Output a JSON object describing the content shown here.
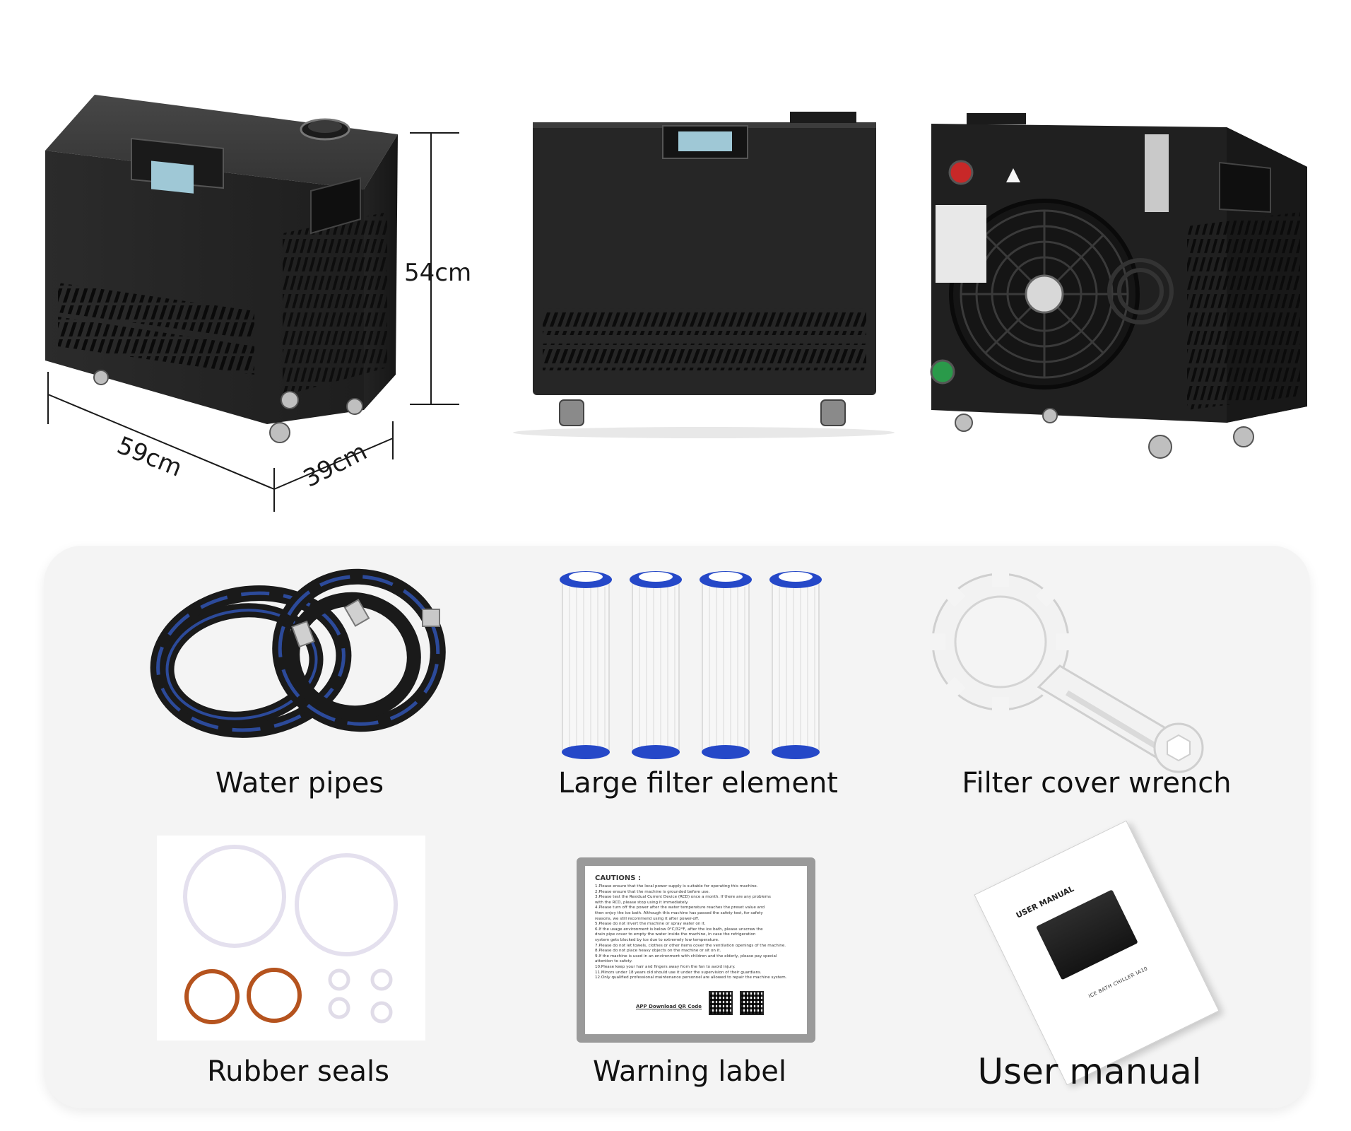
{
  "dimensions": {
    "height": "54cm",
    "width": "59cm",
    "depth": "39cm"
  },
  "accessories": {
    "water_pipes": "Water pipes",
    "filter_element": "Large filter element",
    "filter_wrench": "Filter cover wrench",
    "rubber_seals": "Rubber seals",
    "warning_label": "Warning label",
    "user_manual": "User manual"
  },
  "warning_card": {
    "title": "CAUTIONS :",
    "lines": [
      "1.Please ensure that the local power supply is suitable for operating this machine.",
      "2.Please ensure that the machine is grounded before use.",
      "3.Please test the Residual Current Device (RCD) once a month. If there are any problems",
      "   with the RCD, please stop using it immediately.",
      "4.Please turn off the power after the water temperature reaches the preset value and",
      "   then enjoy the ice bath. Although this machine has passed the safety test, for safety",
      "   reasons, we still recommend using it after power-off.",
      "5.Please do not invert the machine or spray water on it.",
      "6.If the usage environment is below 0°C/32°F, after the ice bath, please unscrew the",
      "   drain pipe cover to empty the water inside the machine, in case the refrigeration",
      "   system gets blocked by ice due to extremely low temperature.",
      "7.Please do not let towels, clothes or other items cover the ventilation openings of the machine.",
      "8.Please do not place heavy objects on the machine or sit on it.",
      "9.If the machine is used in an environment with children and the elderly, please pay special",
      "   attention to safety.",
      "10.Please keep your hair and fingers away from the fan to avoid injury.",
      "11.Minors under 18 years old should use it under the supervision of their guardians.",
      "12.Only qualified professional maintenance personnel are allowed to repair the machine system."
    ],
    "qr_caption": "APP Download QR Code"
  },
  "manual_book": {
    "title": "USER MANUAL",
    "subtitle": "ICE BATH CHILLER IA10"
  },
  "colors": {
    "machine_body": "#2a2a2a",
    "panel_background": "#f4f4f4",
    "filter_cap": "#2548c8",
    "hose_stripe": "#2c4a9a",
    "seal_orange": "#b5531e"
  }
}
